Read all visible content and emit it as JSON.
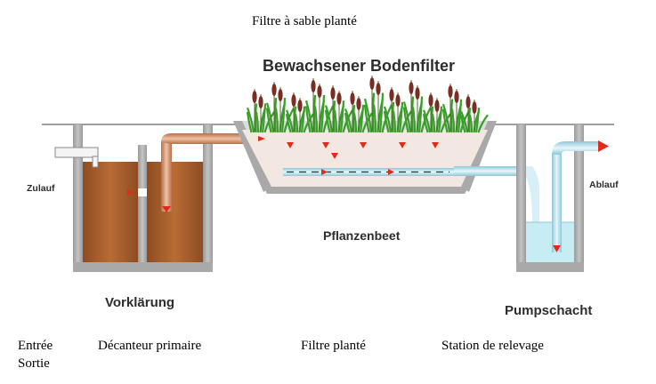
{
  "title": "Filtre à sable planté",
  "diagram": {
    "header": "Bewachsener Bodenfilter",
    "labels": {
      "inlet": "Zulauf",
      "outlet": "Ablauf",
      "primary_settling": "Vorklärung",
      "plant_bed": "Pflanzenbeet",
      "pump_shaft": "Pumpschacht"
    },
    "colors": {
      "wall": "#a9a9a9",
      "sludge": "#a8602e",
      "pipe_brown": "#c98a63",
      "pipe_blue": "#bfe3ee",
      "water": "#c8ecf4",
      "sand": "#f2e6de",
      "reed_leaf": "#3a9e2a",
      "reed_head": "#7a2e23",
      "flow_arrow": "#e02a1a"
    }
  },
  "translations": {
    "inlet": "Entrée",
    "outlet": "Sortie",
    "primary_settling": "Décanteur primaire",
    "plant_bed": "Filtre planté",
    "pump_shaft": "Station de relevage"
  }
}
